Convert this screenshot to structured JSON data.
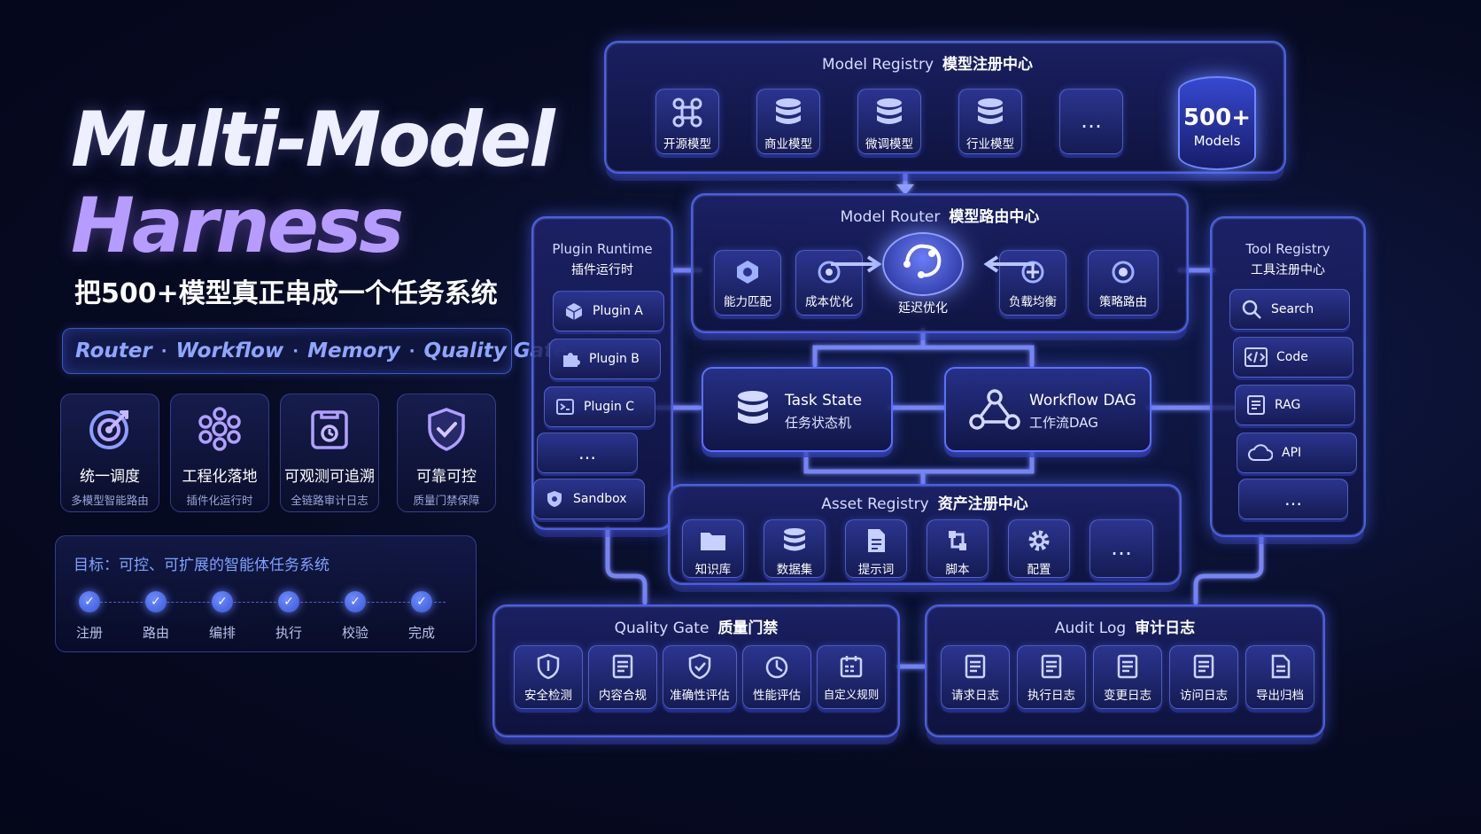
{
  "hero": {
    "title_line1": "Multi-Model",
    "title_line2": "Harness",
    "subtitle": "把500+模型真正串成一个任务系统",
    "tags": [
      "Router",
      "Workflow",
      "Memory",
      "Quality Gate"
    ],
    "tag_separator": "·"
  },
  "features": [
    {
      "title": "统一调度",
      "sub": "多模型智能路由",
      "icon": "target-icon"
    },
    {
      "title": "工程化落地",
      "sub": "插件化运行时",
      "icon": "cluster-icon"
    },
    {
      "title": "可观测可追溯",
      "sub": "全链路审计日志",
      "icon": "trace-icon"
    },
    {
      "title": "可靠可控",
      "sub": "质量门禁保障",
      "icon": "shield-check-icon"
    }
  ],
  "goal": {
    "title": "目标：可控、可扩展的智能体任务系统",
    "steps": [
      "注册",
      "路由",
      "编排",
      "执行",
      "校验",
      "完成"
    ],
    "check_glyph": "✓"
  },
  "model_registry": {
    "title_en": "Model Registry",
    "title_zh": "模型注册中心",
    "tiles": [
      "开源模型",
      "商业模型",
      "微调模型",
      "行业模型"
    ],
    "more": "…",
    "badge_number": "500+",
    "badge_label": "Models"
  },
  "model_router": {
    "title_en": "Model Router",
    "title_zh": "模型路由中心",
    "items": [
      "能力匹配",
      "成本优化",
      "延迟优化",
      "负载均衡",
      "策略路由"
    ]
  },
  "plugin_runtime": {
    "title_en": "Plugin Runtime",
    "title_zh": "插件运行时",
    "items": [
      "Plugin A",
      "Plugin B",
      "Plugin C",
      "…",
      "Sandbox"
    ]
  },
  "tool_registry": {
    "title_en": "Tool Registry",
    "title_zh": "工具注册中心",
    "items": [
      "Search",
      "Code",
      "RAG",
      "API",
      "…"
    ]
  },
  "task_state": {
    "title_en": "Task State",
    "title_zh": "任务状态机"
  },
  "workflow_dag": {
    "title_en": "Workflow DAG",
    "title_zh": "工作流DAG"
  },
  "asset_registry": {
    "title_en": "Asset Registry",
    "title_zh": "资产注册中心",
    "items": [
      "知识库",
      "数据集",
      "提示词",
      "脚本",
      "配置"
    ],
    "more": "…"
  },
  "quality_gate": {
    "title_en": "Quality Gate",
    "title_zh": "质量门禁",
    "items": [
      "安全检测",
      "内容合规",
      "准确性评估",
      "性能评估",
      "自定义规则"
    ]
  },
  "audit_log": {
    "title_en": "Audit Log",
    "title_zh": "审计日志",
    "items": [
      "请求日志",
      "执行日志",
      "变更日志",
      "访问日志",
      "导出归档"
    ]
  },
  "colors": {
    "accent": "#4a5fe8",
    "glow": "#8fa6ff",
    "title_purple": "#b79cff",
    "background": "#070b22"
  }
}
